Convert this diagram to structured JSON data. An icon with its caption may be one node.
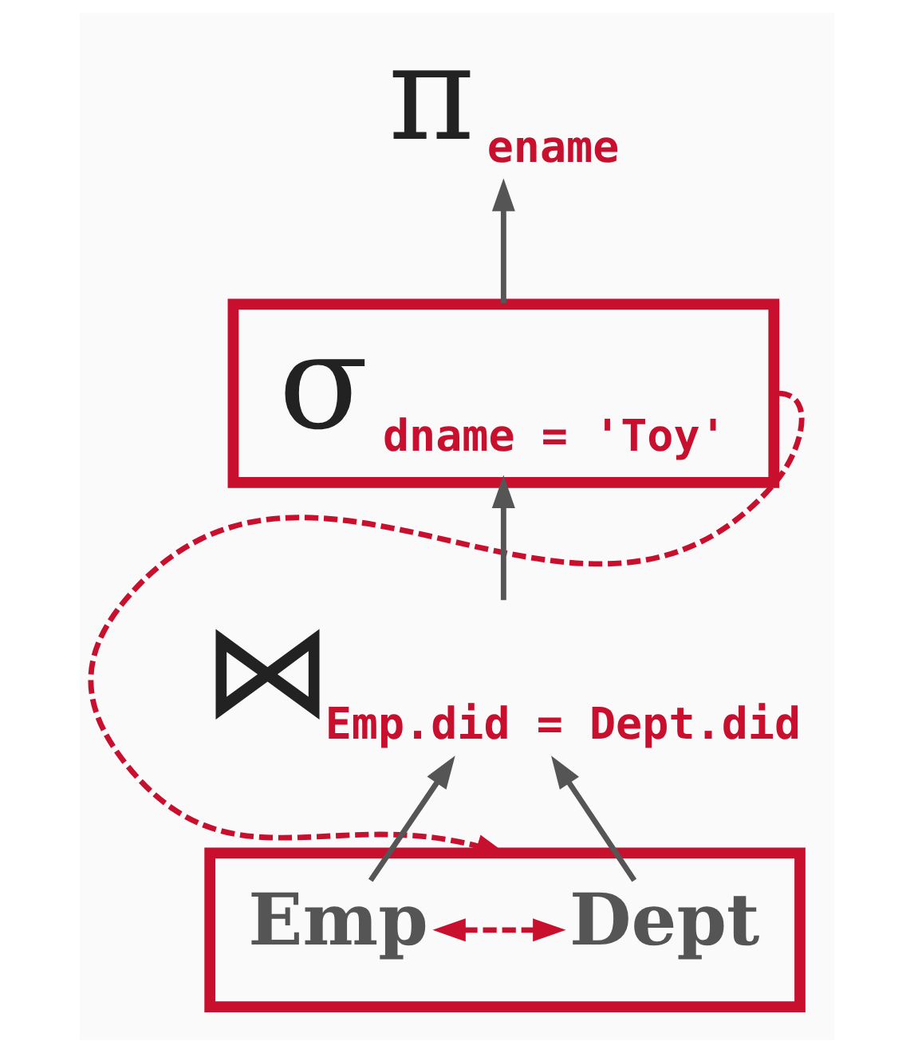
{
  "diagram": {
    "nodes": [
      {
        "text": [
          "π",
          "ename"
        ]
      },
      {
        "text": [
          "σ",
          "dname = 'Toy'"
        ]
      },
      {
        "text": [
          "⋈"
        ],
        "beside": [
          "Emp.did = Dept.did"
        ]
      },
      {
        "text": [],
        "shape": "box"
      },
      {
        "text": [
          "Emp"
        ],
        "in": 3
      },
      {
        "text": [
          "Dept"
        ],
        "in": 3
      }
    ],
    "edges": [
      {
        "from": 1,
        "to": 0,
        "arrow": "to"
      },
      {
        "from": 2,
        "to": 1,
        "arrow": "to"
      },
      {
        "from": 4,
        "to": 2,
        "arrow": "to"
      },
      {
        "from": 5,
        "to": 2,
        "arrow": "to"
      },
      {
        "from": 4,
        "to": 5,
        "arrow": "both",
        "style": "dashed",
        "color": "#c8102e"
      },
      {
        "from": 1,
        "to": 3,
        "arrow": "to",
        "style": "dashed",
        "color": "#c8102e"
      }
    ]
  }
}
